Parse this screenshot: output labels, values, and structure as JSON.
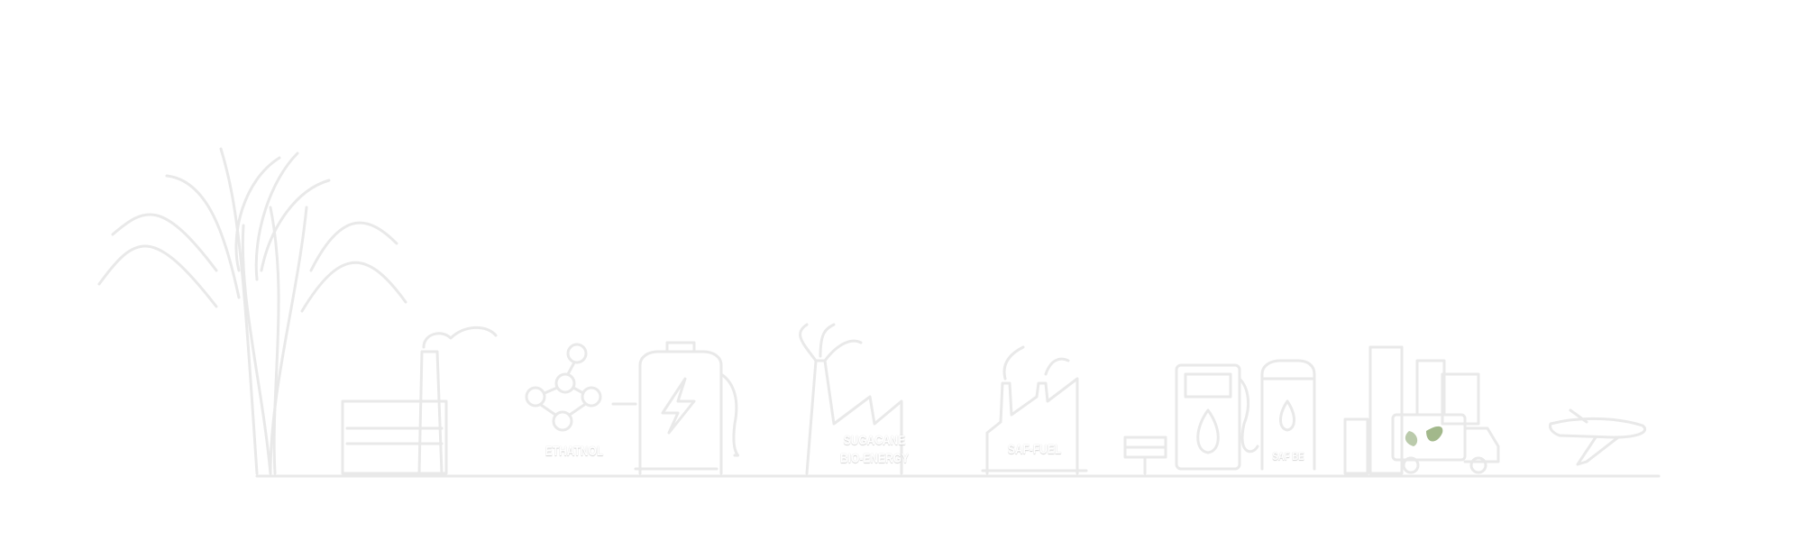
{
  "labels": {
    "ethanol": "ETHATNOL",
    "bioenergy_line1": "SUGACANE",
    "bioenergy_line2": "BIO-ENERGY",
    "saf_fuel": "SAF-FUEL",
    "saf_tank": "SAF BE"
  },
  "icons": [
    "sugarcane-icon",
    "factory-smokestack-icon",
    "molecule-icon",
    "battery-fuel-pump-icon",
    "plant-factory-icon",
    "green-factory-icon",
    "solar-panel-icon",
    "biofuel-pump-icon",
    "fuel-tank-icon",
    "city-buildings-icon",
    "truck-icon",
    "airplane-icon"
  ],
  "colors": {
    "background": "#ffffff",
    "emboss": "#e9e9e9",
    "leaf_accent": "#7a9a5a"
  }
}
